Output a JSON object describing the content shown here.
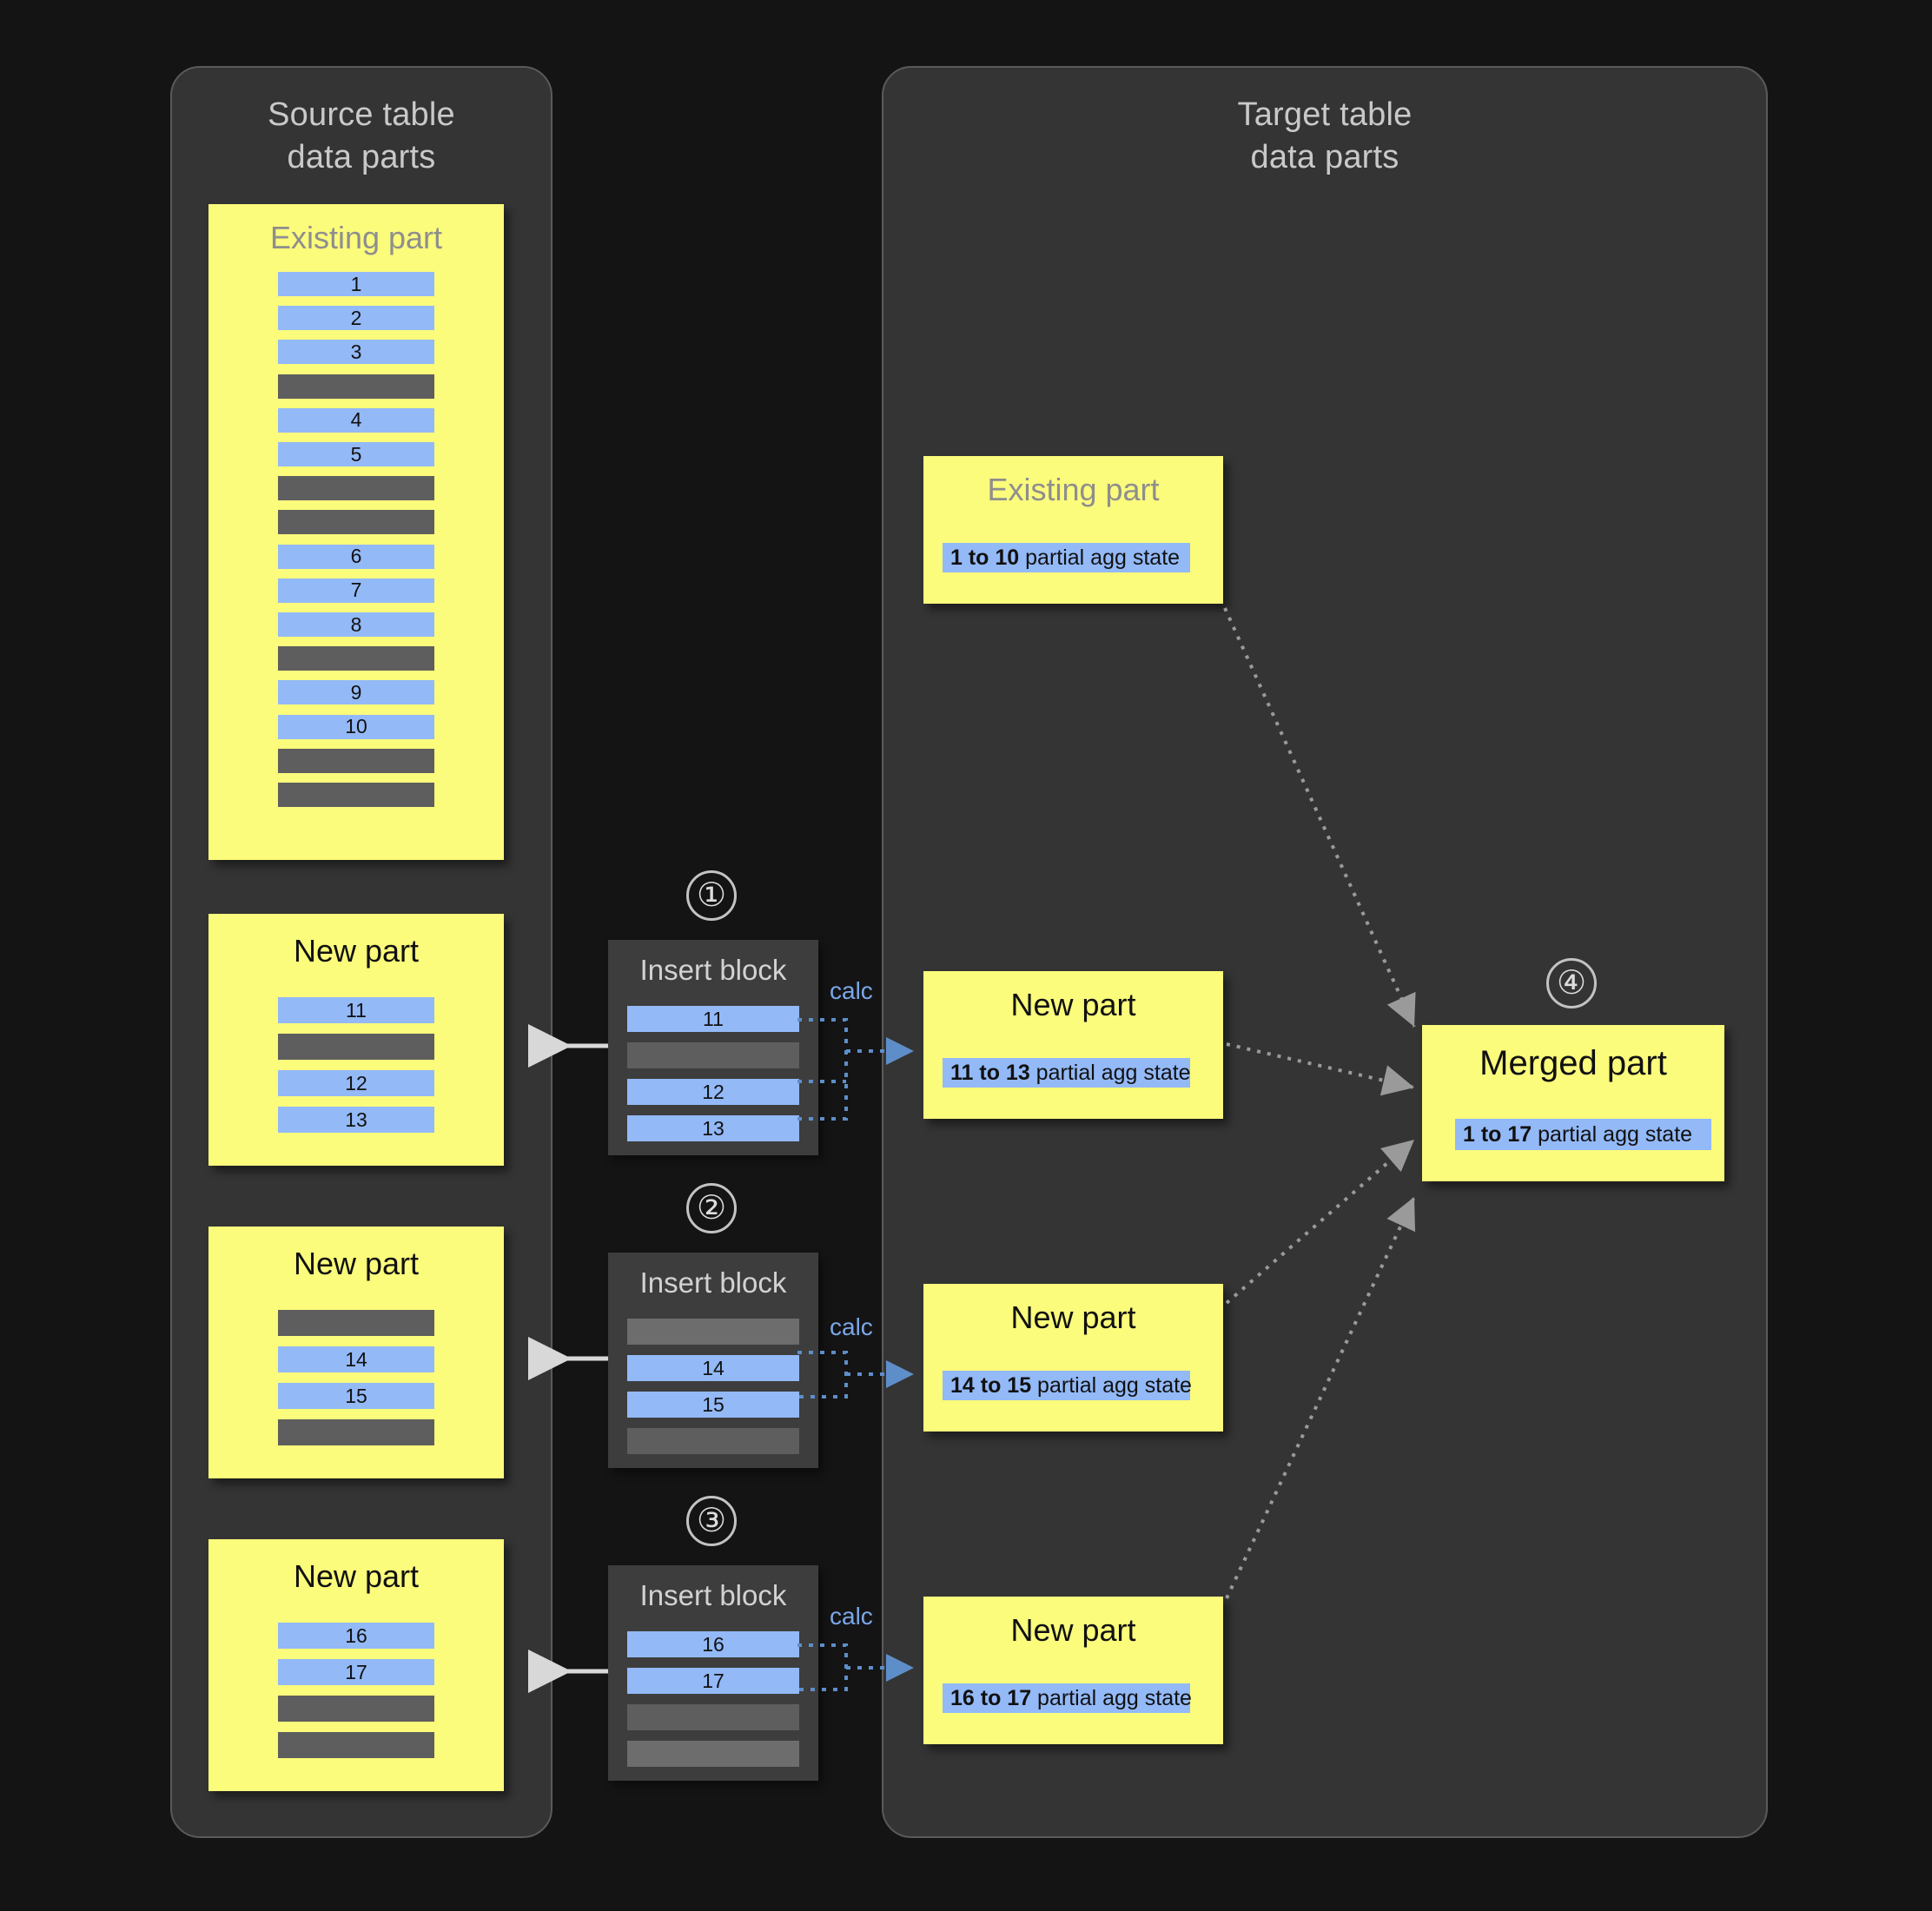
{
  "panels": {
    "source": {
      "title": "Source table\ndata parts"
    },
    "target": {
      "title": "Target table\ndata parts"
    }
  },
  "source_parts": [
    {
      "title": "Existing part",
      "muted": true,
      "rows": [
        "1",
        "2",
        "3",
        "",
        "4",
        "5",
        "",
        "",
        "6",
        "7",
        "8",
        "",
        "9",
        "10",
        "",
        ""
      ]
    },
    {
      "title": "New part",
      "muted": false,
      "rows": [
        "11",
        "",
        "12",
        "13"
      ]
    },
    {
      "title": "New part",
      "muted": false,
      "rows": [
        "",
        "14",
        "15",
        ""
      ]
    },
    {
      "title": "New part",
      "muted": false,
      "rows": [
        "16",
        "17",
        "",
        ""
      ]
    }
  ],
  "insert_blocks": [
    {
      "step": "①",
      "title": "Insert block",
      "calc": "calc",
      "rows": [
        "11",
        "",
        "12",
        "13"
      ]
    },
    {
      "step": "②",
      "title": "Insert block",
      "calc": "calc",
      "rows": [
        "",
        "14",
        "15",
        ""
      ]
    },
    {
      "step": "③",
      "title": "Insert block",
      "calc": "calc",
      "rows": [
        "16",
        "17",
        "",
        ""
      ]
    }
  ],
  "target_parts": [
    {
      "title": "Existing part",
      "muted": true,
      "range": "1 to 10",
      "state": " partial agg state"
    },
    {
      "title": "New part",
      "muted": false,
      "range": "11 to 13",
      "state": " partial agg state"
    },
    {
      "title": "New part",
      "muted": false,
      "range": "14 to 15",
      "state": " partial agg state"
    },
    {
      "title": "New part",
      "muted": false,
      "range": "16 to 17",
      "state": " partial agg state"
    }
  ],
  "merged": {
    "step": "④",
    "title": "Merged part",
    "range": "1 to 17",
    "state": " partial agg state"
  },
  "colors": {
    "background": "#141414",
    "panel": "#343434",
    "panel_border": "#5a5a5a",
    "yellow": "#fbfb7c",
    "blue_row": "#93b9f7",
    "gray_row": "#5e5e5e",
    "insert_block": "#3d3d3d",
    "calc_text": "#7ba7e8",
    "muted_title": "#8e8e8e",
    "arrow_solid": "#d8d8d8",
    "arrow_dotted": "#9a9a9a"
  }
}
